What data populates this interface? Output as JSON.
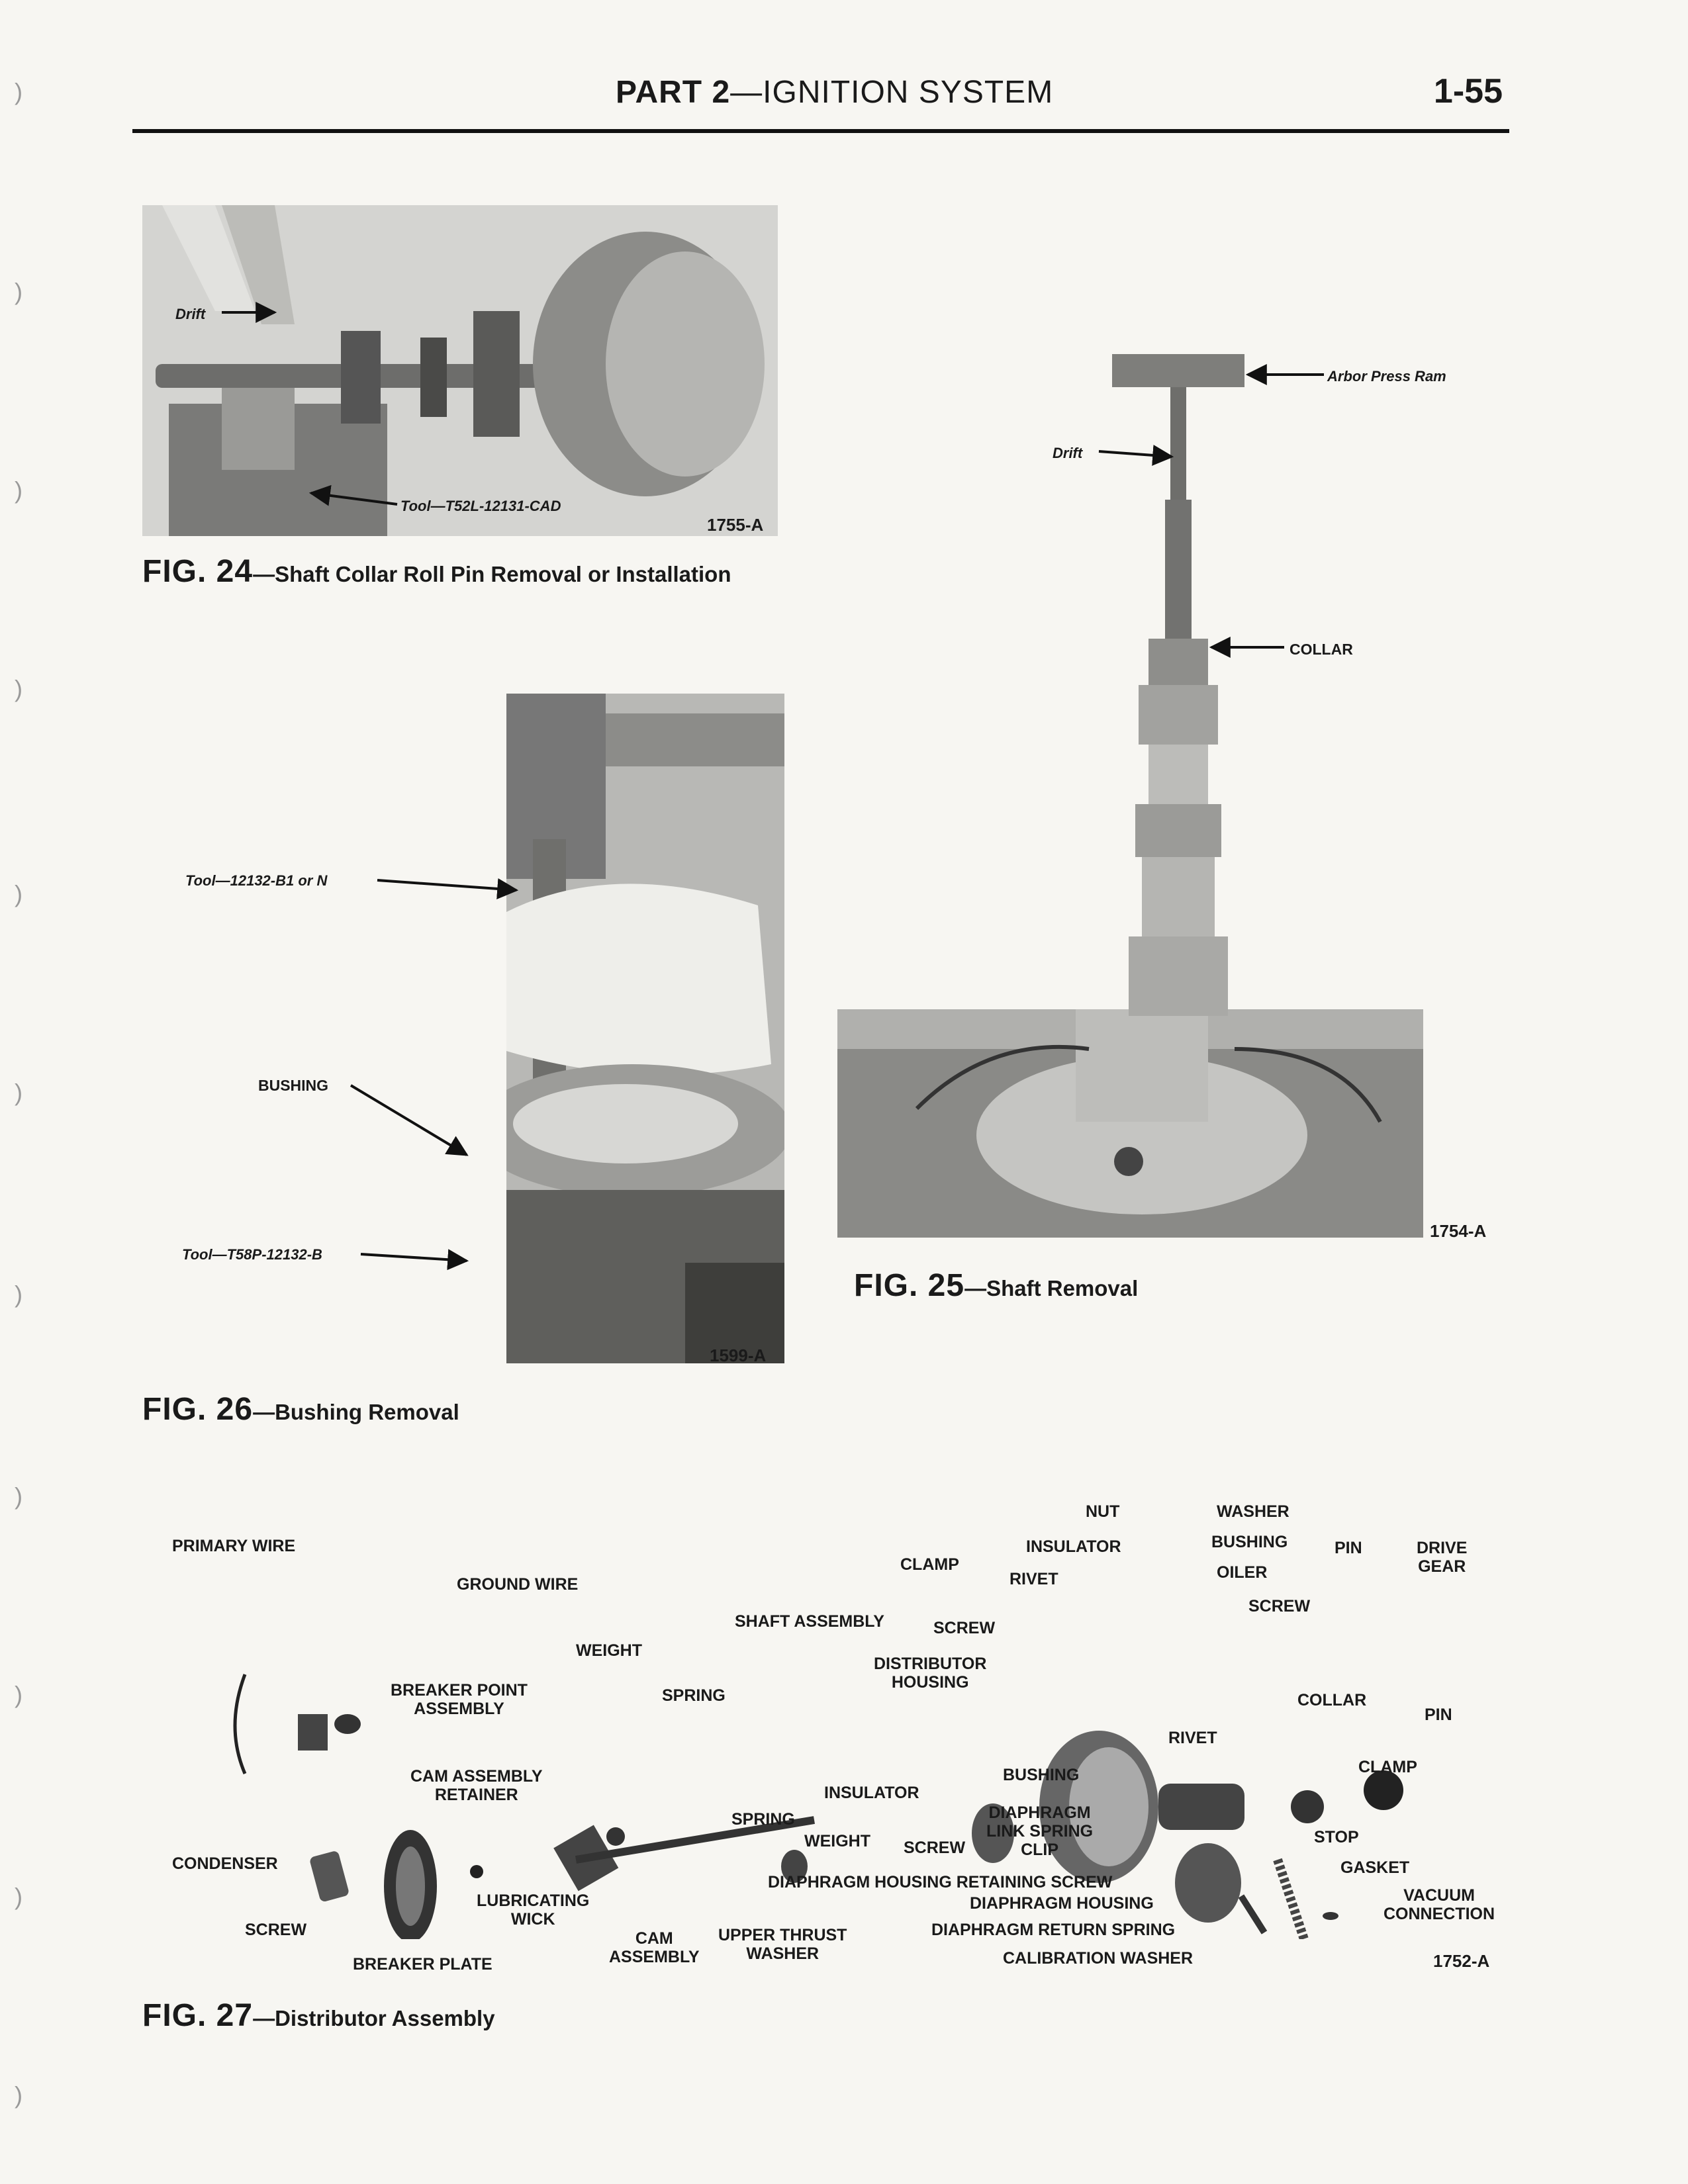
{
  "header": {
    "part": "PART 2",
    "section": "—IGNITION SYSTEM",
    "page_number": "1-55"
  },
  "fig24": {
    "label_drift": "Drift",
    "label_tool": "Tool—T52L-12131-CAD",
    "code": "1755-A",
    "fig_number": "FIG. 24",
    "caption": "—Shaft Collar Roll Pin Removal or Installation"
  },
  "fig25": {
    "label_ram": "Arbor Press Ram",
    "label_drift": "Drift",
    "label_collar": "COLLAR",
    "code": "1754-A",
    "fig_number": "FIG. 25",
    "caption": "—Shaft Removal"
  },
  "fig26": {
    "label_tool1": "Tool—12132-B1 or N",
    "label_bushing": "BUSHING",
    "label_tool2": "Tool—T58P-12132-B",
    "code": "1599-A",
    "fig_number": "FIG. 26",
    "caption": "—Bushing Removal"
  },
  "fig27": {
    "code": "1752-A",
    "fig_number": "FIG. 27",
    "caption": "—Distributor Assembly",
    "labels": {
      "primary_wire": "PRIMARY WIRE",
      "ground_wire": "GROUND WIRE",
      "weight_top": "WEIGHT",
      "breaker_point": "BREAKER POINT\nASSEMBLY",
      "spring_top": "SPRING",
      "shaft_assembly": "SHAFT ASSEMBLY",
      "cam_retainer": "CAM ASSEMBLY\nRETAINER",
      "condenser": "CONDENSER",
      "screw_left": "SCREW",
      "lubricating_wick": "LUBRICATING\nWICK",
      "breaker_plate": "BREAKER PLATE",
      "cam_assembly": "CAM\nASSEMBLY",
      "upper_thrust": "UPPER THRUST\nWASHER",
      "spring_mid": "SPRING",
      "weight_mid": "WEIGHT",
      "insulator_mid": "INSULATOR",
      "screw_mid": "SCREW",
      "nut": "NUT",
      "washer": "WASHER",
      "insulator_top": "INSULATOR",
      "bushing_top": "BUSHING",
      "clamp_top": "CLAMP",
      "rivet_top": "RIVET",
      "oiler": "OILER",
      "pin_top": "PIN",
      "drive_gear": "DRIVE\nGEAR",
      "screw_top": "SCREW",
      "screw_right": "SCREW",
      "distributor_housing": "DISTRIBUTOR\nHOUSING",
      "collar": "COLLAR",
      "pin_right": "PIN",
      "rivet_right": "RIVET",
      "bushing_mid": "BUSHING",
      "clamp_right": "CLAMP",
      "diaphragm_link": "DIAPHRAGM\nLINK SPRING\nCLIP",
      "stop": "STOP",
      "gasket": "GASKET",
      "vacuum_connection": "VACUUM\nCONNECTION",
      "diaphragm_retaining": "DIAPHRAGM HOUSING RETAINING SCREW",
      "diaphragm_housing": "DIAPHRAGM HOUSING",
      "diaphragm_return": "DIAPHRAGM RETURN SPRING",
      "calibration_washer": "CALIBRATION WASHER"
    }
  }
}
